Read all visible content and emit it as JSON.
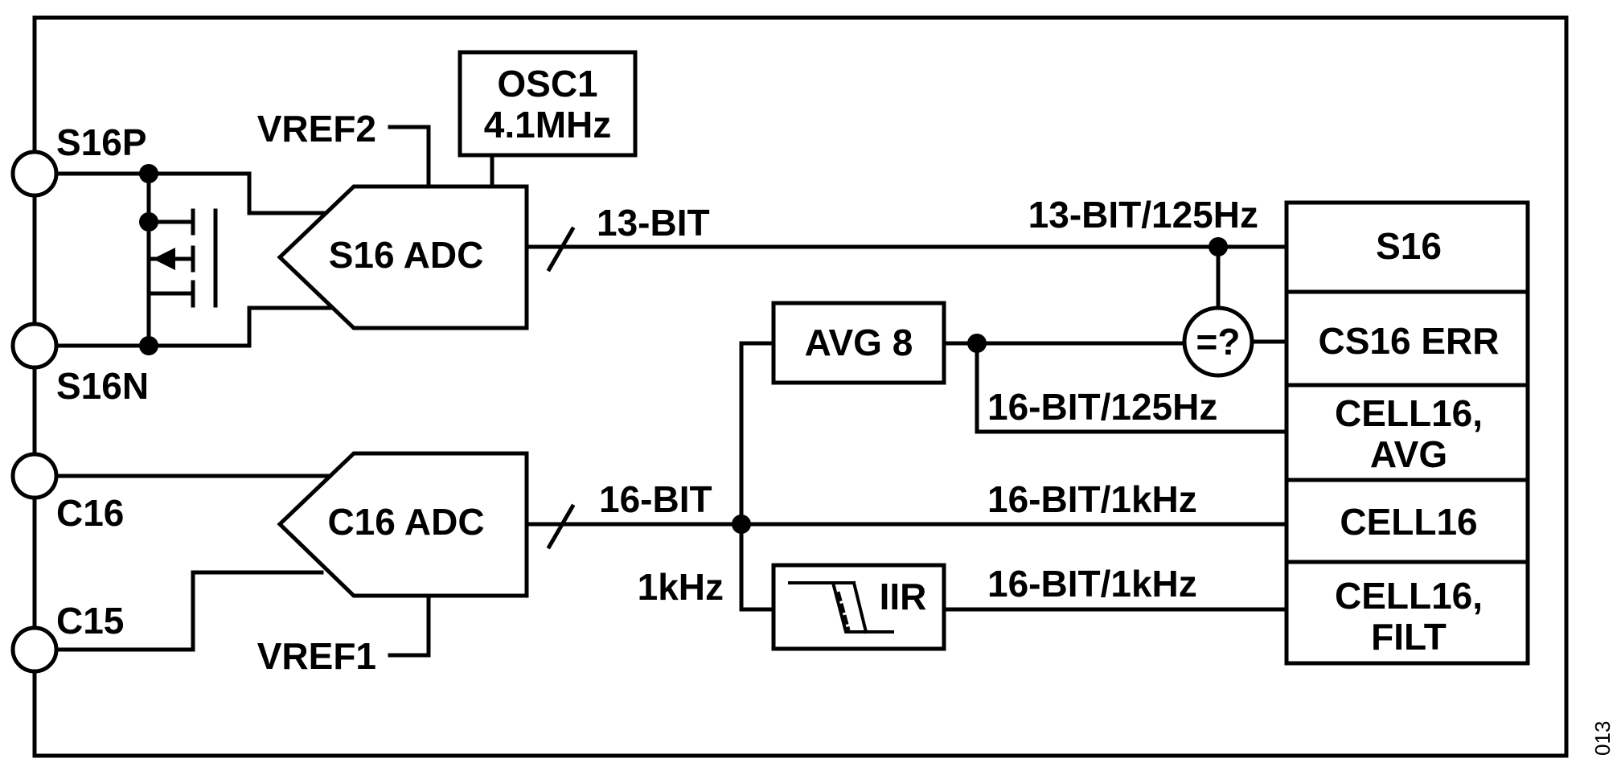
{
  "figure_id": "013",
  "pins": {
    "s16p": "S16P",
    "s16n": "S16N",
    "c16": "C16",
    "c15": "C15"
  },
  "references": {
    "vref2": "VREF2",
    "vref1": "VREF1"
  },
  "blocks": {
    "osc_line1": "OSC1",
    "osc_line2": "4.1MHz",
    "s16_adc": "S16 ADC",
    "c16_adc": "C16 ADC",
    "avg": "AVG 8",
    "iir": "IIR",
    "compare": "=?"
  },
  "signals": {
    "s16_bits": "13-BIT",
    "s16_rate": "13-BIT/125Hz",
    "c16_bits": "16-BIT",
    "c16_clock": "1kHz",
    "avg_rate": "16-BIT/125Hz",
    "cell_rate": "16-BIT/1kHz",
    "filt_rate": "16-BIT/1kHz"
  },
  "registers": [
    {
      "line1": "S16",
      "line2": ""
    },
    {
      "line1": "CS16 ERR",
      "line2": ""
    },
    {
      "line1": "CELL16,",
      "line2": "AVG"
    },
    {
      "line1": "CELL16",
      "line2": ""
    },
    {
      "line1": "CELL16,",
      "line2": "FILT"
    }
  ]
}
